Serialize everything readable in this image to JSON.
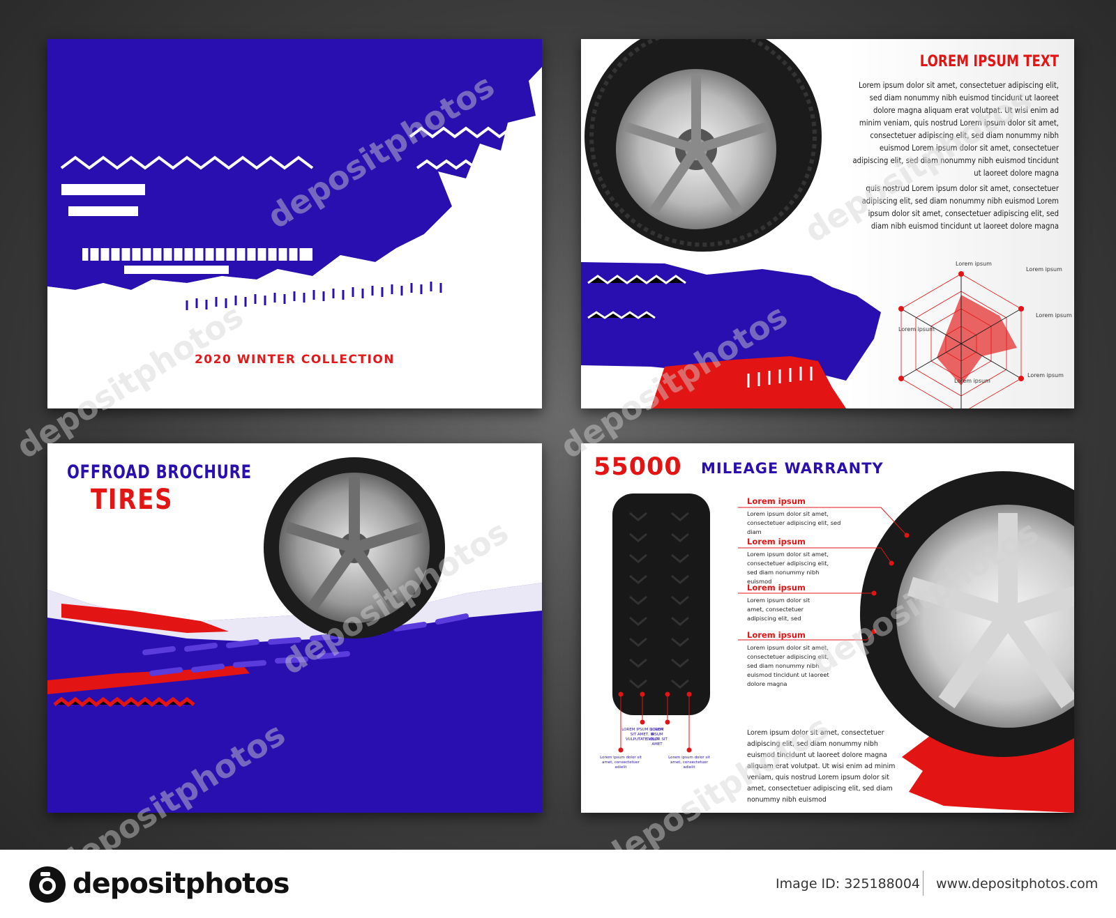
{
  "panel1": {
    "title": "2020 WINTER COLLECTION"
  },
  "panel2": {
    "heading": "LOREM IPSUM TEXT",
    "paragraph1": "Lorem ipsum dolor sit amet, consectetuer adipiscing elit, sed diam nonummy nibh euismod tincidunt ut laoreet dolore magna aliquam erat volutpat. Ut wisi enim ad minim veniam, quis nostrud Lorem ipsum dolor sit amet, consectetuer adipiscing elit, sed diam nonummy nibh euismod Lorem ipsum dolor sit amet, consectetuer adipiscing elit, sed diam nonummy nibh euismod tincidunt ut laoreet dolore magna",
    "paragraph2": "quis nostrud Lorem ipsum dolor sit amet, consectetuer adipiscing elit, sed diam nonummy nibh euismod Lorem ipsum dolor sit amet, consectetuer adipiscing elit, sed diam nibh euismod tincidunt ut laoreet dolore magna",
    "radar_labels": [
      "Lorem ipsum",
      "Lorem ipsum",
      "Lorem ipsum",
      "Lorem ipsum",
      "Lorem ipsum",
      "Lorem ipsum"
    ],
    "accent_color": "#e31414"
  },
  "panel3": {
    "title_line1": "OFFROAD BROCHURE",
    "title_line2": "TIRES"
  },
  "panel4": {
    "number": "55000",
    "subtitle": "MILEAGE WARRANTY",
    "callouts": [
      {
        "heading": "Lorem ipsum",
        "text": "Lorem ipsum dolor sit amet, consectetuer adipiscing elit, sed diam"
      },
      {
        "heading": "Lorem ipsum",
        "text": "Lorem ipsum dolor sit amet, consectetuer adipiscing elit, sed diam nonummy nibh euismod"
      },
      {
        "heading": "Lorem ipsum",
        "text": "Lorem ipsum dolor sit amet, consectetuer adipiscing elit, sed"
      },
      {
        "heading": "Lorem ipsum",
        "text": "Lorem ipsum dolor sit amet, consectetuer adipiscing elit, sed diam nonummy nibh euismod tincidunt ut laoreet dolore magna"
      }
    ],
    "tire_notes": [
      "Lorem ipsum dolor sit amet, consectetuer adielit",
      "LOREM IPSUM DOLOR SIT AMET, IN VULPUTATE VELIT",
      "LOREM IPSUM DOLOR SIT AMET",
      "Lorem ipsum dolor sit amet, consectetuer adielit"
    ],
    "paragraph": "Lorem ipsum dolor sit amet, consectetuer adipiscing elit, sed diam nonummy nibh euismod tincidunt ut laoreet dolore magna aliquam erat volutpat. Ut wisi enim ad minim veniam, quis nostrud Lorem ipsum dolor sit amet, consectetuer adipiscing elit, sed diam nonummy nibh euismod"
  },
  "footer": {
    "brand": "depositphotos",
    "image_id": "Image ID: 325188004",
    "website": "www.depositphotos.com"
  },
  "watermark": "depositphotos",
  "colors": {
    "blue": "#2a0fb0",
    "red": "#e31414"
  }
}
